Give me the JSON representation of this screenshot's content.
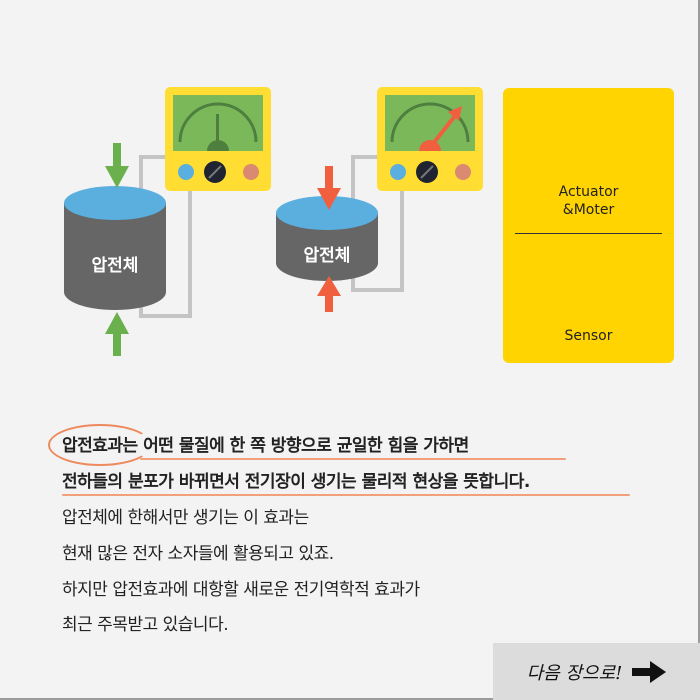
{
  "diagram": {
    "left_label": "압전체",
    "right_label": "압전체"
  },
  "panel": {
    "actuator_line1": "Actuator",
    "actuator_line2": "&Moter",
    "sensor": "Sensor"
  },
  "text": {
    "bold_line1": "압전효과는 어떤 물질에 한 쪽 방향으로 균일한 힘을 가하면",
    "bold_line2": "전하들의 분포가 바뀌면서 전기장이 생기는 물리적 현상을 뜻합니다.",
    "line3": "압전체에 한해서만 생기는 이 효과는",
    "line4": "현재 많은 전자 소자들에 활용되고 있죠.",
    "line5": "하지만 압전효과에 대항할 새로운 전기역학적 효과가",
    "line6": "최근 주목받고 있습니다."
  },
  "next_button": {
    "label": "다음 장으로!",
    "icon": "arrow-right-icon"
  },
  "colors": {
    "yellow": "#ffd400",
    "green": "#6ab04c",
    "red": "#f0603f",
    "blue": "#5aafde",
    "cylinder": "#666666"
  }
}
